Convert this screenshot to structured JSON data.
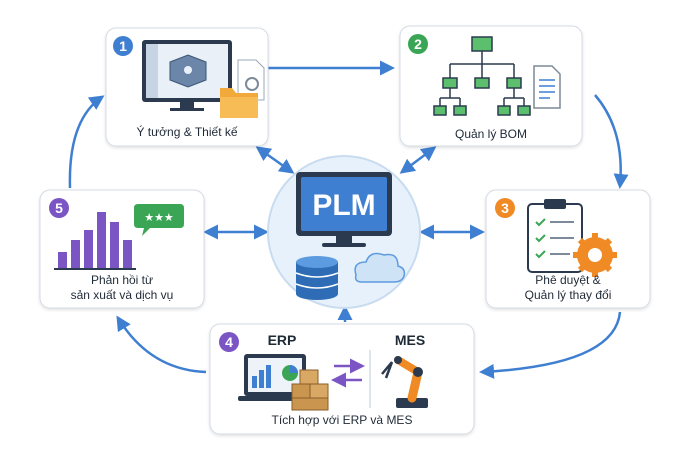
{
  "center": {
    "label": "PLM"
  },
  "steps": [
    {
      "number": "1",
      "label": "Ý tưởng & Thiết kế",
      "color": "#3f7fd1"
    },
    {
      "number": "2",
      "label": "Quản lý BOM",
      "color": "#3aa655"
    },
    {
      "number": "3",
      "label_line1": "Phê duyệt &",
      "label_line2": "Quản lý thay đổi",
      "color": "#f08a24"
    },
    {
      "number": "4",
      "label": "Tích hợp với ERP và MES",
      "erp": "ERP",
      "mes": "MES",
      "color": "#7b55c3"
    },
    {
      "number": "5",
      "label_line1": "Phản hồi từ",
      "label_line2": "sản xuất và dịch vụ",
      "color": "#7b55c3"
    }
  ],
  "colors": {
    "arrow": "#3f7fd1",
    "card_border": "#d4dbe4",
    "center_fill": "#e7f1fb"
  }
}
